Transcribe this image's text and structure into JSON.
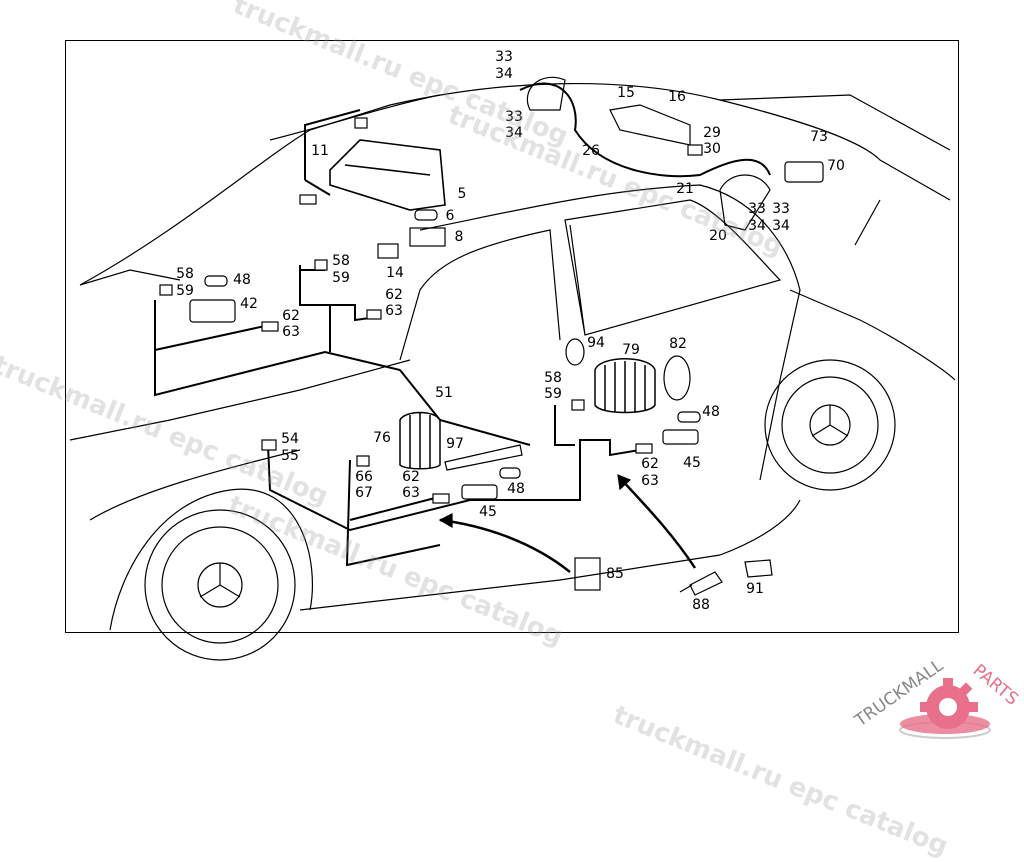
{
  "diagram": {
    "part_labels": [
      "33",
      "34",
      "33",
      "34",
      "15",
      "16",
      "11",
      "26",
      "29",
      "30",
      "73",
      "70",
      "5",
      "6",
      "8",
      "21",
      "33",
      "34",
      "33",
      "34",
      "20",
      "14",
      "58",
      "59",
      "58",
      "59",
      "48",
      "42",
      "62",
      "63",
      "62",
      "63",
      "94",
      "79",
      "82",
      "51",
      "58",
      "59",
      "48",
      "54",
      "55",
      "76",
      "97",
      "62",
      "63",
      "45",
      "66",
      "67",
      "62",
      "63",
      "48",
      "45",
      "85",
      "88",
      "91"
    ]
  },
  "watermarks": [
    "truckmall.ru epc catalog",
    "truckmall.ru epc catalog",
    "truckmall.ru epc catalog",
    "truckmall.ru epc catalog",
    "truckmall.ru epc catalog"
  ],
  "logo": {
    "text_gray": "TRUCKMALL",
    "text_pink": "PARTS",
    "accent": "#e8708a"
  }
}
